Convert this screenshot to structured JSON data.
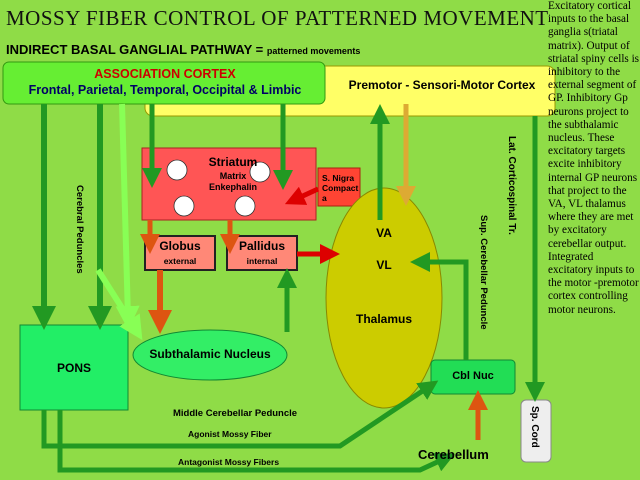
{
  "title": "MOSSY FIBER CONTROL OF PATTERNED  MOVEMENT",
  "subtitle": {
    "main": "INDIRECT BASAL GANGLIAL PATHWAY =",
    "small": "patterned movements"
  },
  "boxes": {
    "association_cortex": {
      "line1": "ASSOCIATION CORTEX",
      "line2": "Frontal, Parietal, Temporal, Occipital & Limbic"
    },
    "premotor": "Premotor - Sensori-Motor Cortex",
    "striatum": {
      "title": "Striatum",
      "line2": "Matrix",
      "line3": "Enkephalin"
    },
    "s_nigra": {
      "line1": "S. Nigra",
      "line2": "Compact",
      "line3": "a"
    },
    "globus": {
      "title": "Globus",
      "sub": "external"
    },
    "pallidus": {
      "title": "Pallidus",
      "sub": "internal"
    },
    "thalamus": {
      "va": "VA",
      "vl": "VL",
      "name": "Thalamus"
    },
    "pons": "PONS",
    "subthalamic": "Subthalamic Nucleus",
    "cbl_nuc": "Cbl Nuc",
    "cerebellum": "Cerebellum",
    "sp_cord": {
      "line1": "Sp.",
      "line2": "Cord"
    }
  },
  "labels": {
    "cerebral_peduncles": "Cerebral Peduncles",
    "lat_corticospinal": "Lat. Corticospinal Tr.",
    "sup_cerebellar": "Sup. Cerebellar Peduncle",
    "middle_cerebellar": "Middle Cerebellar Peduncle",
    "agonist": "Agonist Mossy Fiber",
    "antagonist": "Antagonist Mossy Fibers"
  },
  "sidebar_text": "Excitatory cortical inputs to the basal ganglia s(triatal matrix).  Output of striatal spiny cells is inhibitory to the external  segment  of GP. Inhibitory Gp neurons project to the subthalamic nucleus.  These excitatory targets excite inhibitory internal GP neurons that project to the VA, VL thalamus where they are met by excitatory cerebellar output. Integrated excitatory inputs to the motor -premotor cortex controlling motor neurons.",
  "colors": {
    "background": "#8fdc47",
    "assoc": "#66ee33",
    "premotor": "#ffff66",
    "striatum": "#ff5555",
    "nigra": "#ff4433",
    "globus": "#ff8877",
    "thalamus": "#cccc00",
    "pons": "#22ee66",
    "subthalamic": "#33ee66",
    "cbl": "#22dd55",
    "spcord": "#eeeeee",
    "arrow_green": "#229922",
    "arrow_orange": "#dd5511",
    "arrow_red": "#dd0000",
    "arrow_light": "#88ff55",
    "arrow_yellow": "#ddaa33"
  }
}
